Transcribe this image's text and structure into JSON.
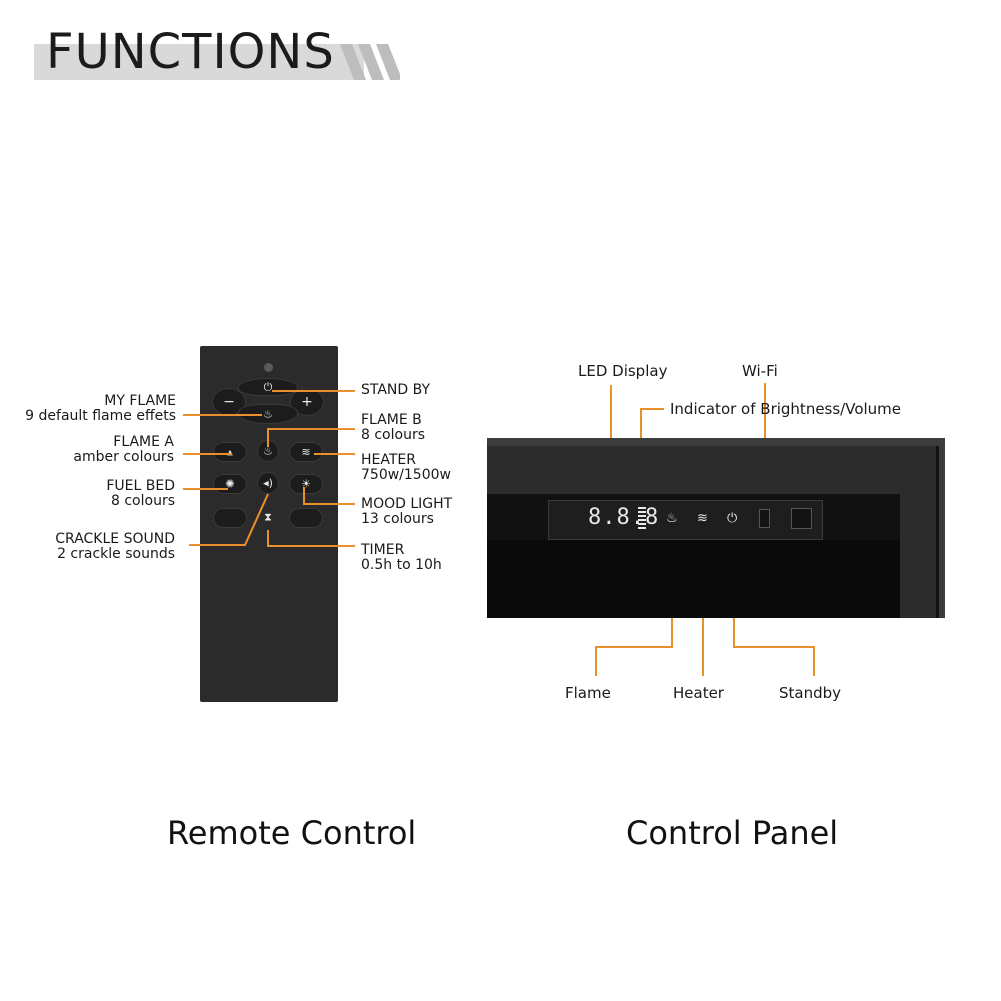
{
  "header": {
    "title": "FUNCTIONS"
  },
  "remote": {
    "labels_left": [
      {
        "title": "MY FLAME",
        "sub": "9 default flame effets"
      },
      {
        "title": "FLAME A",
        "sub": "amber colours"
      },
      {
        "title": "FUEL BED",
        "sub": "8 colours"
      },
      {
        "title": "CRACKLE SOUND",
        "sub": "2 crackle sounds"
      }
    ],
    "labels_right": [
      {
        "title": "STAND BY",
        "sub": ""
      },
      {
        "title": "FLAME B",
        "sub": "8 colours"
      },
      {
        "title": "HEATER",
        "sub": "750w/1500w"
      },
      {
        "title": "MOOD LIGHT",
        "sub": "13 colours"
      },
      {
        "title": "TIMER",
        "sub": "0.5h to 10h"
      }
    ],
    "buttons": {
      "minus": "−",
      "plus": "+",
      "standby_icon": "power-icon",
      "my_flame_icon": "flame-icon",
      "flame_a_icon": "flame-drop-icon",
      "flame_b_icon": "flame-base-icon",
      "heater_icon": "heat-waves-icon",
      "fuel_bed_icon": "fuel-bed-icon",
      "sound_icon": "speaker-icon",
      "mood_light_icon": "mood-light-icon",
      "timer_icon": "hourglass-icon"
    },
    "caption": "Remote Control"
  },
  "panel": {
    "labels_top": {
      "led": "LED Display",
      "wifi": "Wi-Fi",
      "indicator": "Indicator of Brightness/Volume"
    },
    "labels_bottom": {
      "flame": "Flame",
      "heater": "Heater",
      "standby": "Standby"
    },
    "led_digits": "8.8.8",
    "caption": "Control Panel"
  },
  "colors": {
    "accent": "#e8912a",
    "remote_body": "#2b2b2b",
    "header_band": "#d9d9d9"
  }
}
